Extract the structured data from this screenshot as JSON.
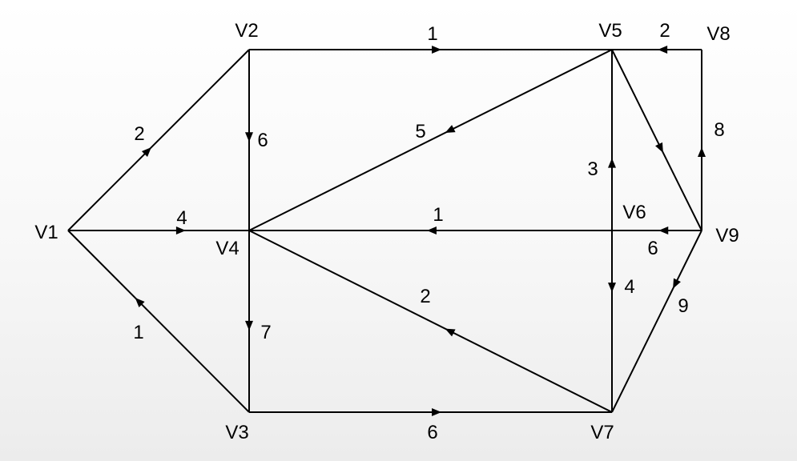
{
  "graph": {
    "directed": true,
    "nodes": [
      "V1",
      "V2",
      "V3",
      "V4",
      "V5",
      "V6",
      "V7",
      "V8",
      "V9"
    ],
    "edges": [
      {
        "from": "V1",
        "to": "V2",
        "weight": "2"
      },
      {
        "from": "V1",
        "to": "V4",
        "weight": "4"
      },
      {
        "from": "V3",
        "to": "V1",
        "weight": "1"
      },
      {
        "from": "V2",
        "to": "V5",
        "weight": "1"
      },
      {
        "from": "V2",
        "to": "V4",
        "weight": "6"
      },
      {
        "from": "V4",
        "to": "V3",
        "weight": "7"
      },
      {
        "from": "V5",
        "to": "V4",
        "weight": "5"
      },
      {
        "from": "V6",
        "to": "V4",
        "weight": "1"
      },
      {
        "from": "V7",
        "to": "V4",
        "weight": "2"
      },
      {
        "from": "V3",
        "to": "V7",
        "weight": "6"
      },
      {
        "from": "V6",
        "to": "V5",
        "weight": "3"
      },
      {
        "from": "V6",
        "to": "V7",
        "weight": "4"
      },
      {
        "from": "V8",
        "to": "V5",
        "weight": "2"
      },
      {
        "from": "V5",
        "to": "V9",
        "weight": ""
      },
      {
        "from": "V9",
        "to": "V8",
        "weight": "8"
      },
      {
        "from": "V9",
        "to": "V6",
        "weight": "6"
      },
      {
        "from": "V9",
        "to": "V7",
        "weight": "9"
      }
    ]
  }
}
